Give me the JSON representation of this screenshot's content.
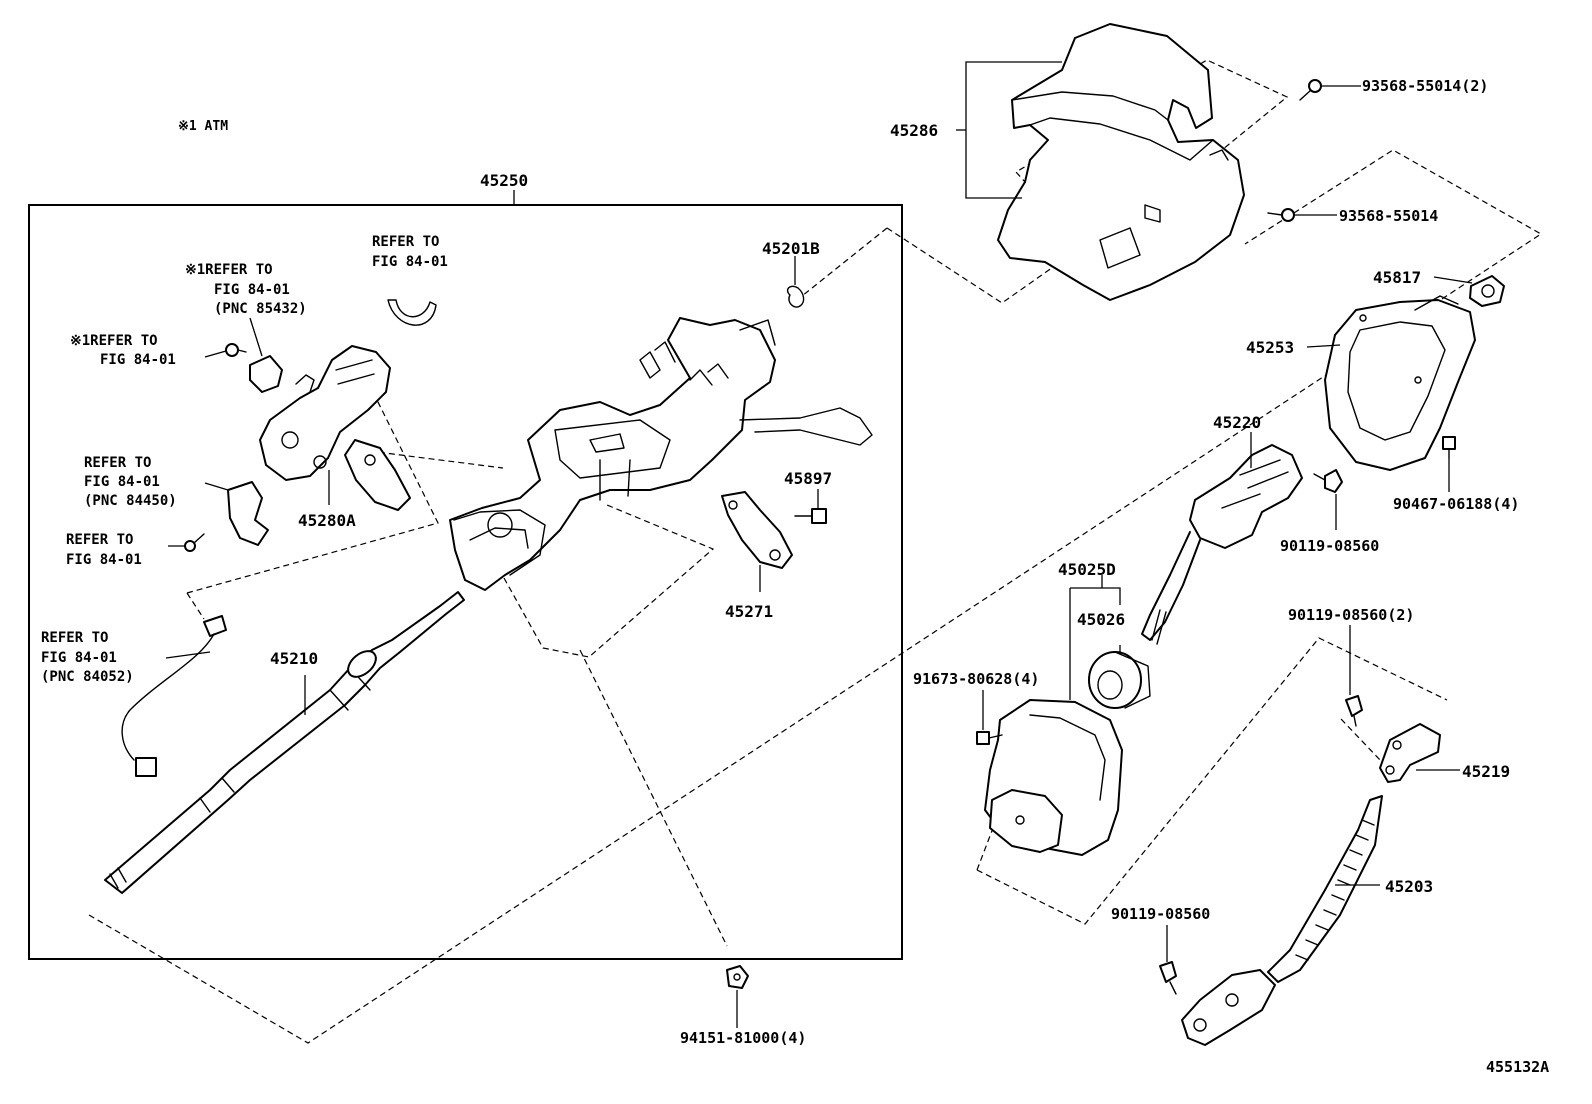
{
  "note": "※1 ATM",
  "diagram_id": "455132A",
  "labels": {
    "main_assembly": "45250",
    "column_cover": "45286",
    "screw_93568_2": "93568-55014(2)",
    "screw_93568": "93568-55014",
    "clip_45201B": "45201B",
    "clamp_45817": "45817",
    "cover_45253": "45253",
    "shaft_45220": "45220",
    "bolt_45897": "45897",
    "bolt_90467": "90467-06188(4)",
    "bolt_90119_a": "90119-08560",
    "bracket_45280A": "45280A",
    "bracket_45271": "45271",
    "seal_45025D": "45025D",
    "bushing_45026": "45026",
    "shaft_45210": "45210",
    "bolt_91673": "91673-80628(4)",
    "bolt_90119_2": "90119-08560(2)",
    "joint_45219": "45219",
    "shaft_45203": "45203",
    "bolt_90119_b": "90119-08560",
    "nut_94151": "94151-81000(4)"
  },
  "refs": {
    "ref1": [
      "REFER TO",
      "FIG 84-01"
    ],
    "ref2": [
      "※1REFER TO",
      "FIG 84-01",
      "(PNC 85432)"
    ],
    "ref3": [
      "※1REFER TO",
      "FIG 84-01"
    ],
    "ref4": [
      "REFER TO",
      "FIG 84-01",
      "(PNC 84450)"
    ],
    "ref5": [
      "REFER TO",
      "FIG 84-01"
    ],
    "ref6": [
      "REFER TO",
      "FIG 84-01",
      "(PNC 84052)"
    ]
  }
}
